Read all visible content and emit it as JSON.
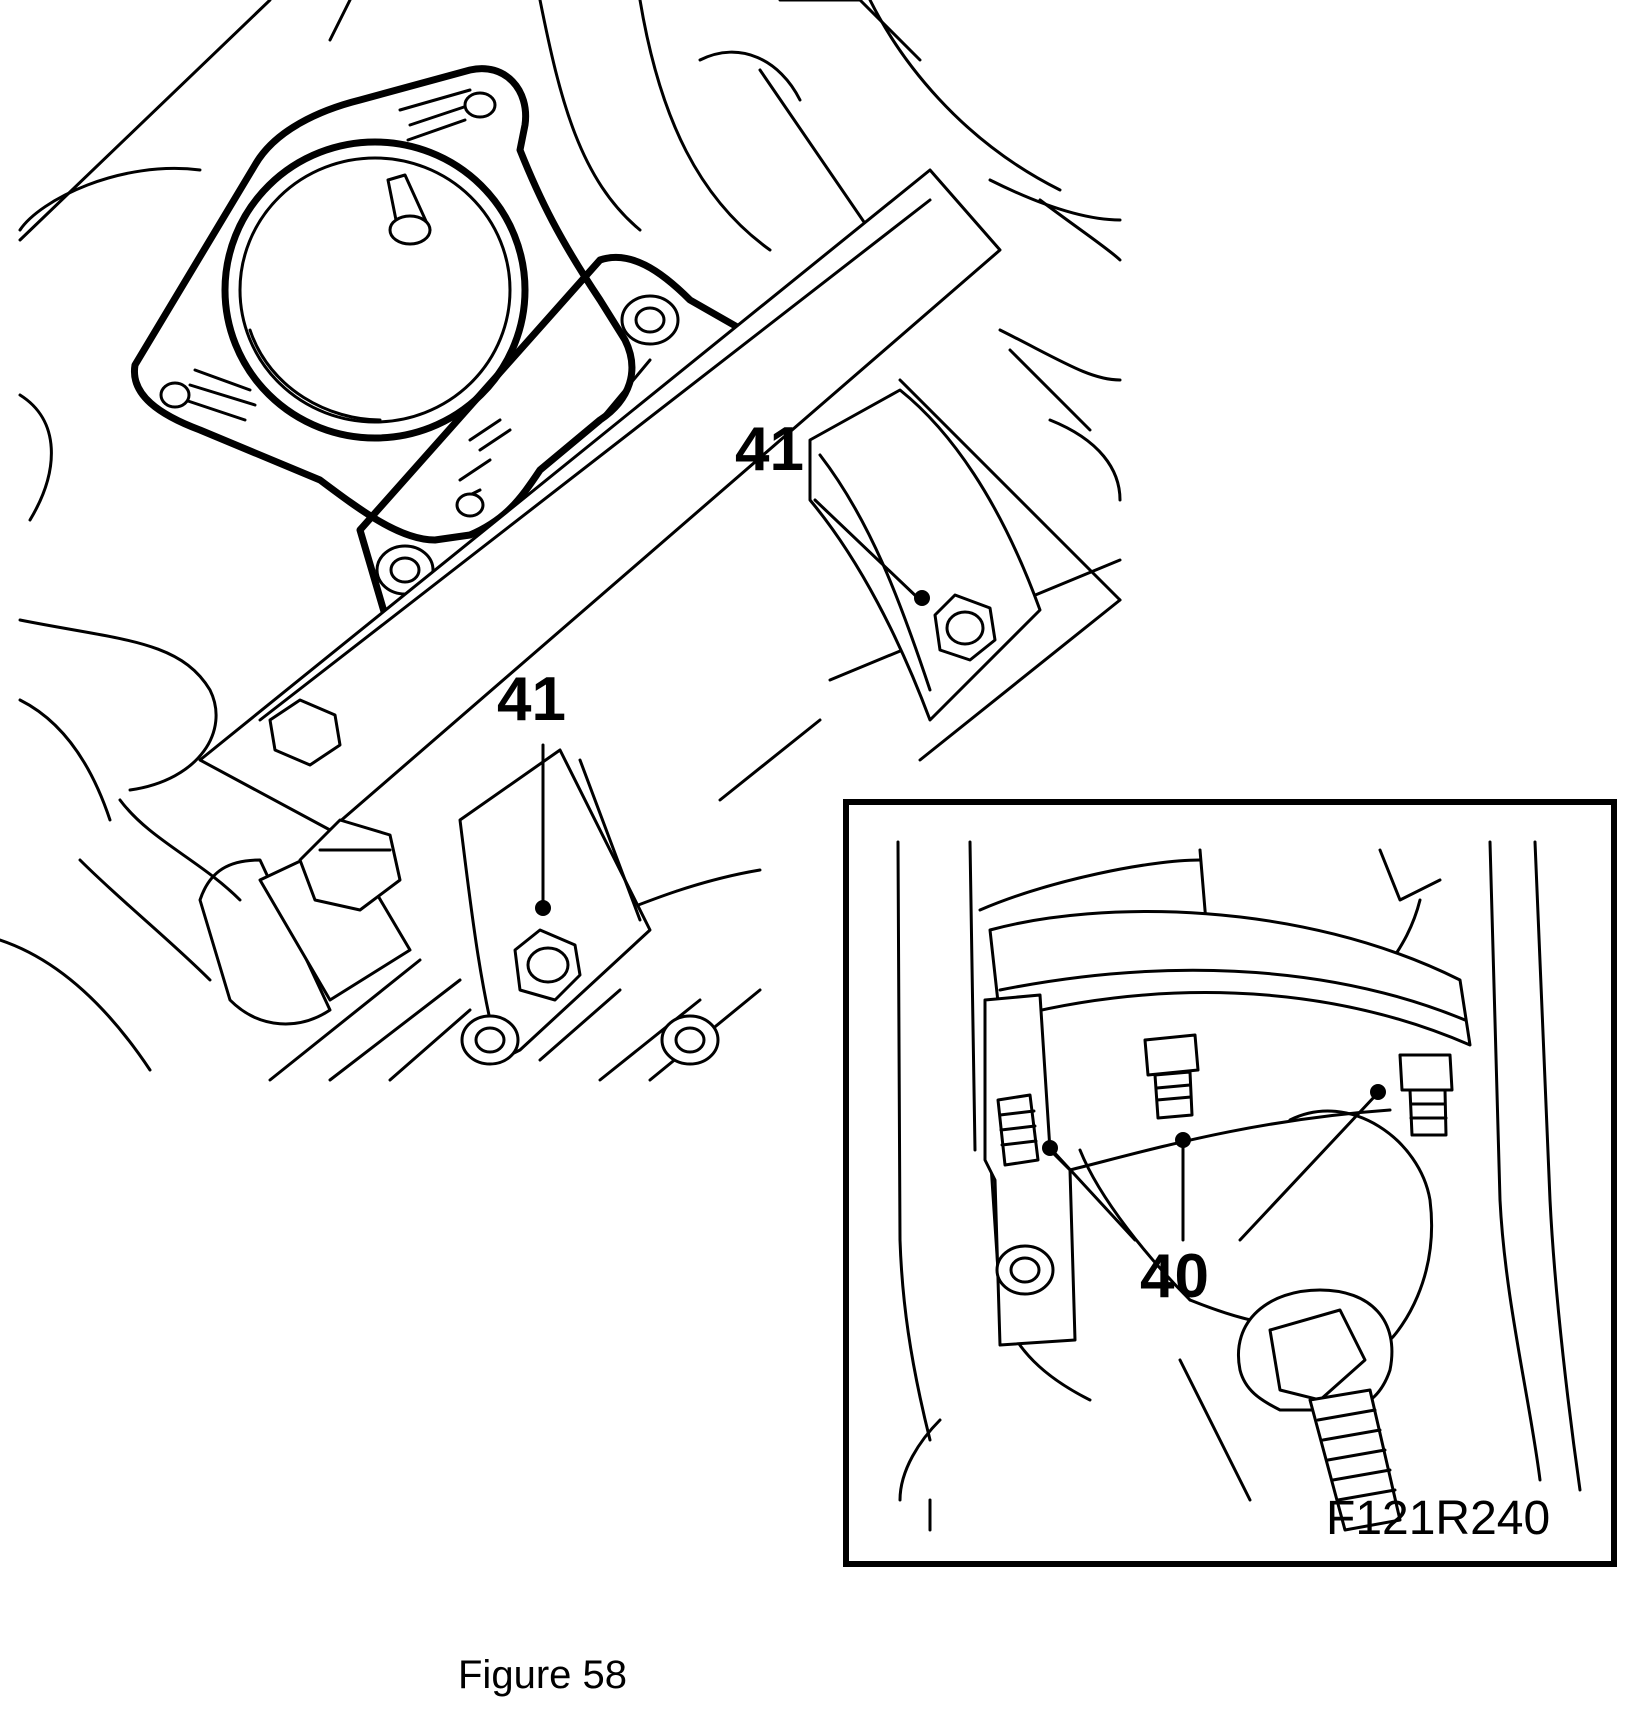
{
  "main_view": {
    "callouts": [
      {
        "label": "41"
      },
      {
        "label": "41"
      }
    ]
  },
  "inset_view": {
    "callout": "40",
    "drawing_code": "F121R240"
  },
  "caption": "Figure 58"
}
